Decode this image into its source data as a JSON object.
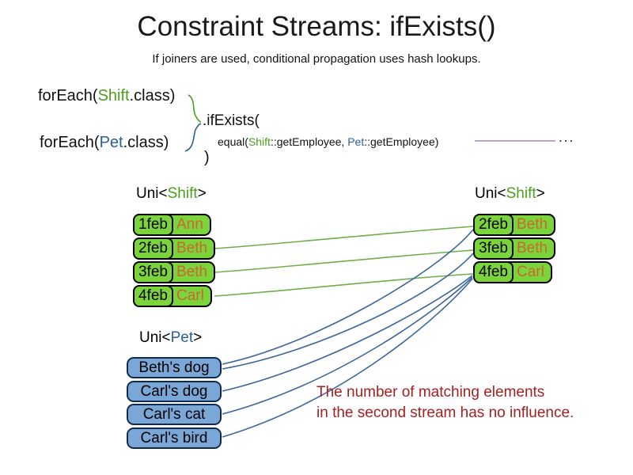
{
  "title": "Constraint Streams: ifExists()",
  "subtitle": "If joiners are used, conditional propagation uses hash lookups.",
  "code": {
    "foreach_shift": {
      "prefix": "forEach(",
      "type": "Shift",
      "suffix": ".class)"
    },
    "foreach_pet": {
      "prefix": "forEach(",
      "type": "Pet",
      "suffix": ".class)"
    },
    "if_exists": ".ifExists(",
    "equal": {
      "prefix": "equal(",
      "shift_type": "Shift",
      "mid": "::getEmployee, ",
      "pet_type": "Pet",
      "suffix": "::getEmployee)"
    },
    "close_paren": ")",
    "ellipsis": "..."
  },
  "left_shift_table": {
    "label": {
      "prefix": "Uni<",
      "type": "Shift",
      "suffix": ">"
    },
    "rows": [
      {
        "date": "1feb",
        "name": "Ann"
      },
      {
        "date": "2feb",
        "name": "Beth"
      },
      {
        "date": "3feb",
        "name": "Beth"
      },
      {
        "date": "4feb",
        "name": "Carl"
      }
    ]
  },
  "right_shift_table": {
    "label": {
      "prefix": "Uni<",
      "type": "Shift",
      "suffix": ">"
    },
    "rows": [
      {
        "date": "2feb",
        "name": "Beth"
      },
      {
        "date": "3feb",
        "name": "Beth"
      },
      {
        "date": "4feb",
        "name": "Carl"
      }
    ]
  },
  "pet_table": {
    "label": {
      "prefix": "Uni<",
      "type": "Pet",
      "suffix": ">"
    },
    "rows": [
      {
        "name": "Beth's dog"
      },
      {
        "name": "Carl's dog"
      },
      {
        "name": "Carl's cat"
      },
      {
        "name": "Carl's bird"
      }
    ]
  },
  "note": {
    "line1": "The number of matching elements",
    "line2": "in the second stream has no influence."
  },
  "colors": {
    "shift_green_text": "#4c9e1d",
    "pet_blue_text": "#2c5e9b",
    "box_green": "#7cd43c",
    "box_blue": "#7ba7d7",
    "name_orange": "#c9682a",
    "note_red": "#a52121",
    "line_green": "#6fae4a",
    "line_blue": "#3a669c",
    "connector_purple": "#a285bd"
  }
}
